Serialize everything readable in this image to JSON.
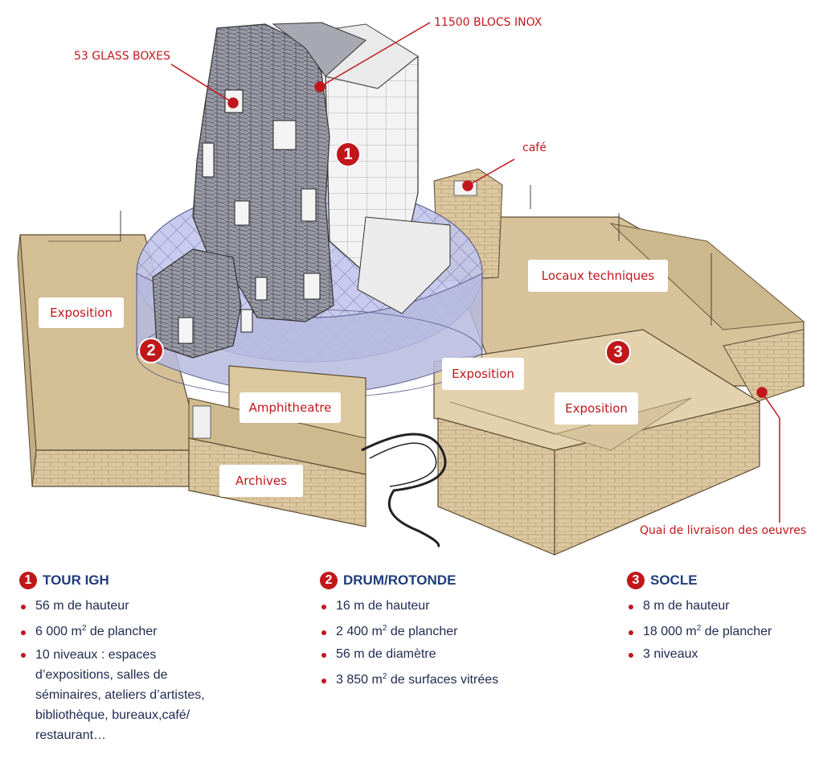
{
  "colors": {
    "accent": "#c0171b",
    "title_blue": "#1e3d7a",
    "text": "#1e2a50",
    "base_tan": "#d9c39a",
    "glass_blue": "#b8bde6",
    "tower_white": "#f2f2f2"
  },
  "callouts": {
    "glass_boxes": "53 GLASS BOXES",
    "blocs_inox": "11500 BLOCS INOX",
    "cafe": "café",
    "quai": "Quai de livraison des oeuvres"
  },
  "labels": {
    "exposition_left": "Exposition",
    "locaux": "Locaux techniques",
    "exposition_center": "Exposition",
    "exposition_right": "Exposition",
    "amphitheatre": "Amphitheatre",
    "archives": "Archives"
  },
  "markers": {
    "one": "1",
    "two": "2",
    "three": "3"
  },
  "legend": {
    "tour": {
      "num": "1",
      "title": "TOUR IGH",
      "items": [
        "56 m de hauteur",
        "6 000 m",
        "de plancher",
        "10 niveaux : espaces d’expositions, salles de séminaires, ateliers d’artistes, bibliothèque, bureaux,café/ restaurant…"
      ]
    },
    "drum": {
      "num": "2",
      "title": "DRUM/ROTONDE",
      "items": [
        "16 m de hauteur",
        "2 400 m",
        "de plancher",
        "56 m de diamètre",
        "3 850 m",
        "de surfaces vitrées"
      ]
    },
    "socle": {
      "num": "3",
      "title": "SOCLE",
      "items": [
        "8 m de hauteur",
        "18 000 m",
        "de plancher",
        "3 niveaux"
      ]
    },
    "sup2": "2"
  }
}
